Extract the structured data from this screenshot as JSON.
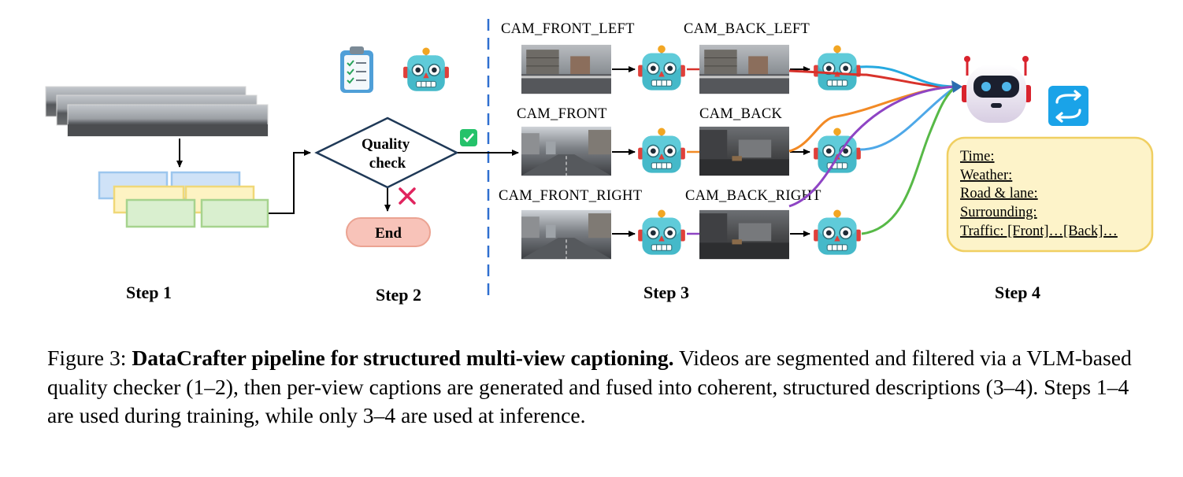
{
  "figure": {
    "steps": [
      "Step 1",
      "Step 2",
      "Step 3",
      "Step 4"
    ],
    "quality_check": "Quality\ncheck",
    "quality_check_lines": [
      "Quality",
      "check"
    ],
    "end_label": "End",
    "cameras": {
      "front_left": "CAM_FRONT_LEFT",
      "back_left": "CAM_BACK_LEFT",
      "front": "CAM_FRONT",
      "back": "CAM_BACK",
      "front_right": "CAM_FRONT_RIGHT",
      "back_right": "CAM_BACK_RIGHT"
    },
    "output_note": [
      "Time:",
      "Weather:",
      "Road & lane:",
      "Surrounding:",
      "Traffic: [Front]…[Back]…"
    ],
    "colors": {
      "segment_blue": "#cfe2f7",
      "segment_yellow": "#fdf3c3",
      "segment_green": "#d9efcf",
      "end_fill": "#f8c3b9",
      "note_fill": "#fdf3c9",
      "note_border": "#f0cf62",
      "divider": "#2f6fd0",
      "cross": "#e0245e",
      "check": "#24c26a",
      "sync_icon": "#1aa3e8"
    },
    "icons": [
      "clipboard-icon",
      "robot-icon",
      "check-icon",
      "cross-icon",
      "sync-icon",
      "fusion-robot-icon"
    ]
  },
  "caption": {
    "prefix": "Figure 3: ",
    "bold": "DataCrafter pipeline for structured multi-view captioning.",
    "body": " Videos are segmented and filtered via a VLM-based quality checker (1–2), then per-view captions are generated and fused into coherent, structured descriptions (3–4). Steps 1–4 are used during training, while only 3–4 are used at inference."
  }
}
